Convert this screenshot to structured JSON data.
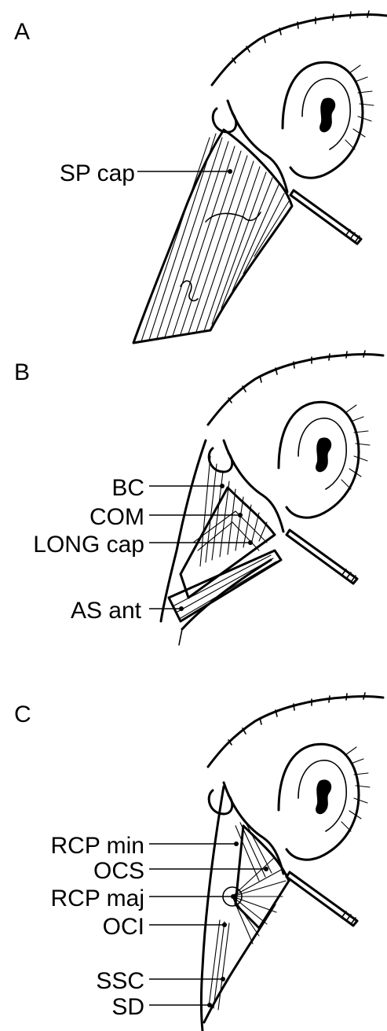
{
  "panels": [
    {
      "letter": "A",
      "labels": [
        "SP cap"
      ]
    },
    {
      "letter": "B",
      "labels": [
        "BC",
        "COM",
        "LONG cap",
        "AS ant"
      ]
    },
    {
      "letter": "C",
      "labels": [
        "RCP min",
        "OCS",
        "RCP maj",
        "OCI",
        "SSC",
        "SD"
      ]
    }
  ]
}
